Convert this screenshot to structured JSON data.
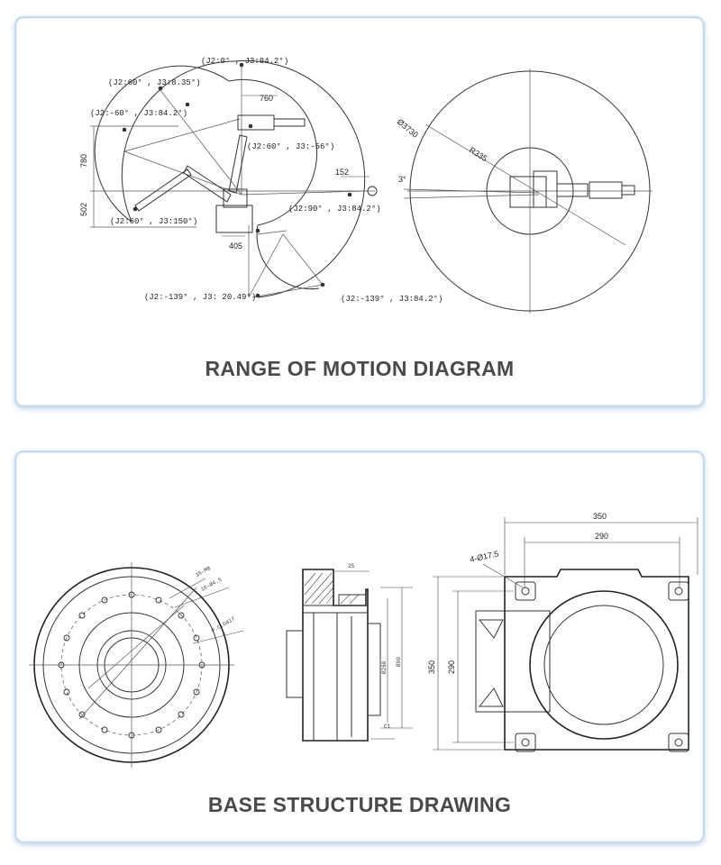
{
  "panels": [
    {
      "caption": "RANGE OF MOTION DIAGRAM",
      "labels": {
        "top": "(J2:0° , J3:84.2°)",
        "j2_60_j3_8": "(J2:60° , J3:8.35°)",
        "j2_n60_j3_84": "(J2:-60° , J3:84.2°)",
        "j2_60_j3_n56": "(J2:60° , J3:-56°)",
        "j2_60_j3_150": "(J2:60° , J3:150°)",
        "j2_90_j3_84": "(J2:90° , J3:84.2°)",
        "j2_n139_j3_20": "(J2:-139° , J3: 20.49°)",
        "j2_n139_j3_84": "(J2:-139° , J3:84.2°)"
      },
      "dims": {
        "d760": "760",
        "d780": "780",
        "d502": "502",
        "d152": "152",
        "d405": "405",
        "diam": "Ø3730",
        "radius": "R335",
        "angle": "3°"
      }
    },
    {
      "caption": "BASE STRUCTURE DRAWING",
      "dims": {
        "d350_top": "350",
        "d290_top": "290",
        "holes": "4-Ø17.5",
        "d350_side": "350",
        "d290_side": "290",
        "d25": "25",
        "pcd1": "16-M8",
        "pcd2": "16-Ø4.5",
        "pcd3": "P.C.D417",
        "dia_a": "Ø260",
        "dia_b": "Ø90",
        "c1": "C1"
      }
    }
  ]
}
